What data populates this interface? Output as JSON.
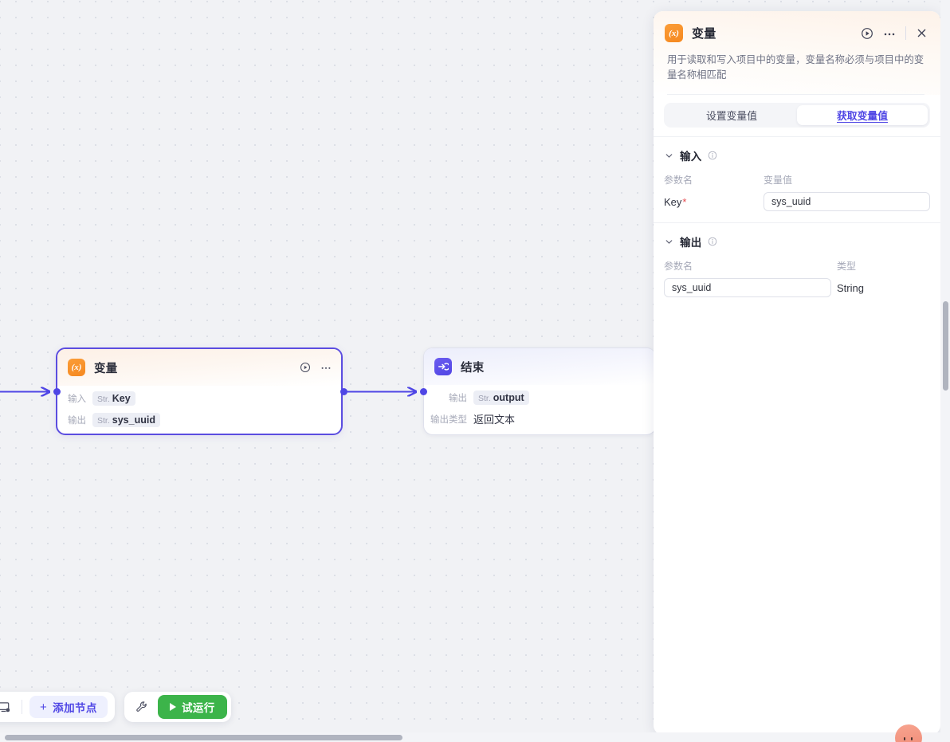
{
  "canvas": {
    "nodes": [
      {
        "id": "variable",
        "title": "变量",
        "icon": "variable-braces-icon",
        "selected": true,
        "rows": [
          {
            "label": "输入",
            "type": "Str.",
            "value": "Key"
          },
          {
            "label": "输出",
            "type": "Str.",
            "value": "sys_uuid"
          }
        ]
      },
      {
        "id": "end",
        "title": "结束",
        "icon": "end-arrow-icon",
        "selected": false,
        "rows": [
          {
            "label": "输出",
            "type": "Str.",
            "value": "output"
          },
          {
            "label": "输出类型",
            "type": "",
            "value": "返回文本"
          }
        ]
      }
    ]
  },
  "toolbar": {
    "add_node_label": "添加节点",
    "add_node_plus": "+",
    "run_label": "试运行",
    "screen_icon": "screen-settings-icon",
    "wrench_icon": "wrench-icon"
  },
  "panel": {
    "title": "变量",
    "icon": "variable-braces-icon",
    "description": "用于读取和写入项目中的变量，变量名称必须与项目中的变量名称相匹配",
    "actions": {
      "run": "play-circle-icon",
      "more": "ellipsis-icon",
      "close": "close-icon"
    },
    "tabs": [
      {
        "label": "设置变量值",
        "active": false
      },
      {
        "label": "获取变量值",
        "active": true
      }
    ],
    "input_section": {
      "title": "输入",
      "col_param": "参数名",
      "col_value": "变量值",
      "rows": [
        {
          "name": "Key",
          "required": "*",
          "value": "sys_uuid",
          "placeholder": ""
        }
      ]
    },
    "output_section": {
      "title": "输出",
      "col_param": "参数名",
      "col_type": "类型",
      "rows": [
        {
          "name": "sys_uuid",
          "type": "String",
          "placeholder": ""
        }
      ]
    }
  },
  "colors": {
    "accent_purple": "#4f46e5",
    "node_variable_orange": "#f5881f",
    "node_end_purple": "#5146e4",
    "run_green": "#3cb44a",
    "required_red": "#e5484d",
    "canvas_bg": "#f1f2f5"
  }
}
